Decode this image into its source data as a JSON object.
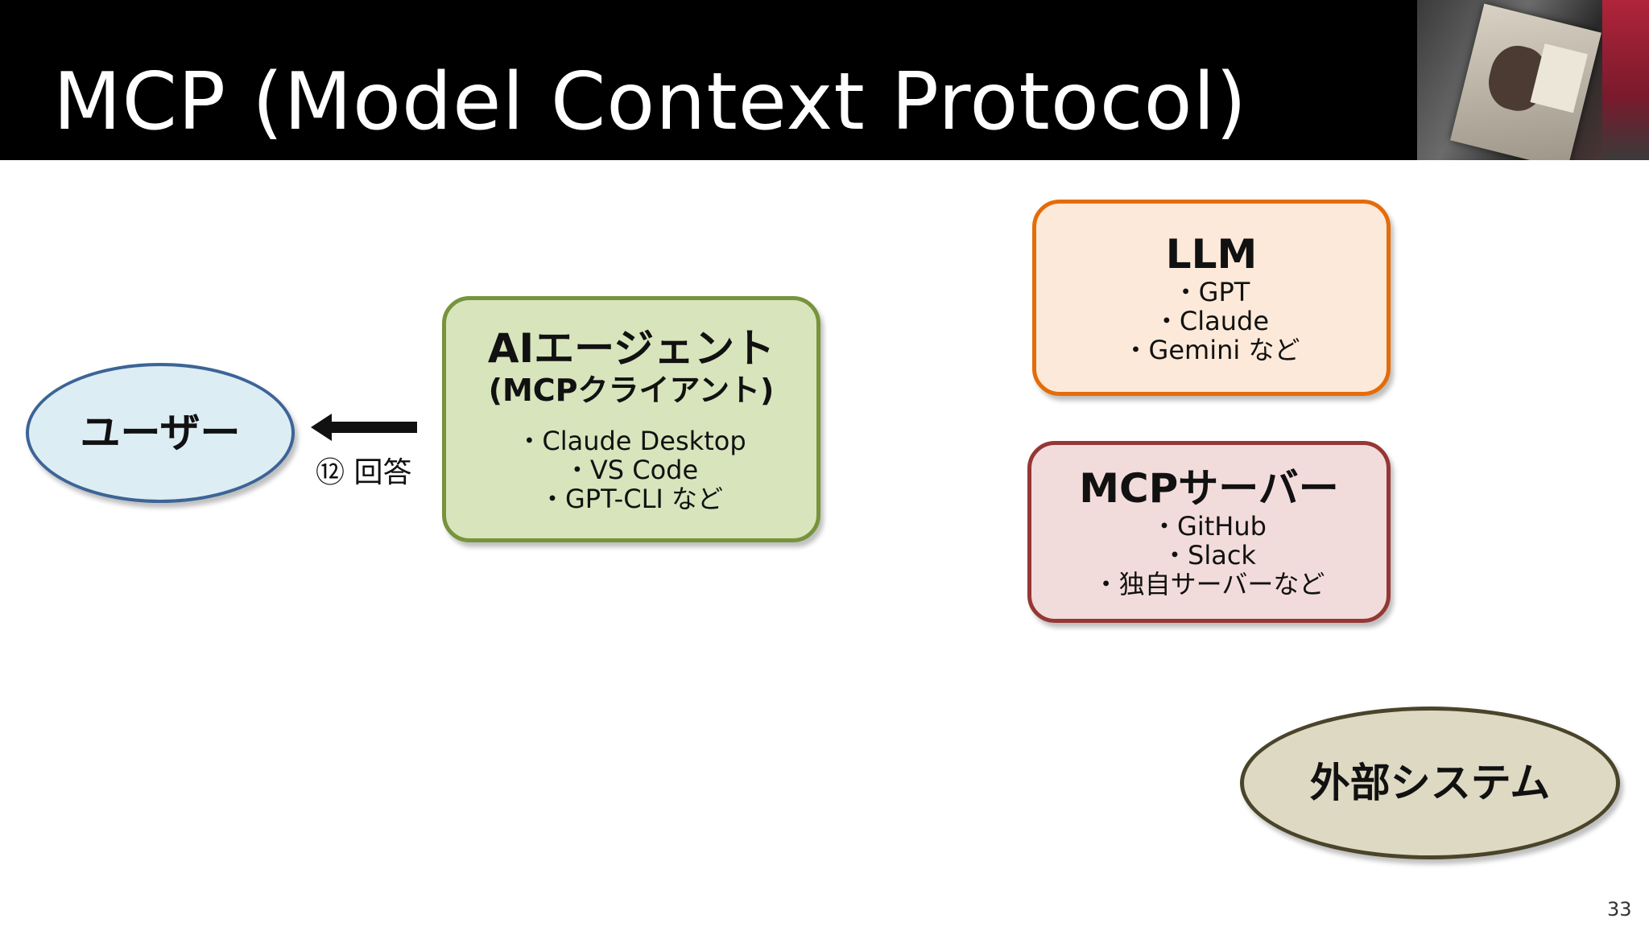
{
  "slide": {
    "title": "MCP (Model Context Protocol)",
    "page_number": "33"
  },
  "nodes": {
    "user": {
      "label": "ユーザー"
    },
    "agent": {
      "title": "AIエージェント",
      "subtitle": "(MCPクライアント)",
      "items": [
        "・Claude Desktop",
        "・VS Code",
        "・GPT-CLI など"
      ]
    },
    "llm": {
      "title": "LLM",
      "items": [
        "・GPT",
        "・Claude",
        "・Gemini など"
      ]
    },
    "mcp_server": {
      "title": "MCPサーバー",
      "items": [
        "・GitHub",
        "・Slack",
        "・独自サーバーなど"
      ]
    },
    "external": {
      "label": "外部システム"
    }
  },
  "edges": {
    "answer": {
      "label": "⑫ 回答"
    }
  },
  "colors": {
    "user_fill": "#ddedf4",
    "user_border": "#3c6497",
    "agent_fill": "#d8e4bc",
    "agent_border": "#77933c",
    "llm_fill": "#fde9d9",
    "llm_border": "#e46c0a",
    "mcp_fill": "#f2dcdb",
    "mcp_border": "#953735",
    "external_fill": "#ddd9c3",
    "external_border": "#4a452a"
  }
}
